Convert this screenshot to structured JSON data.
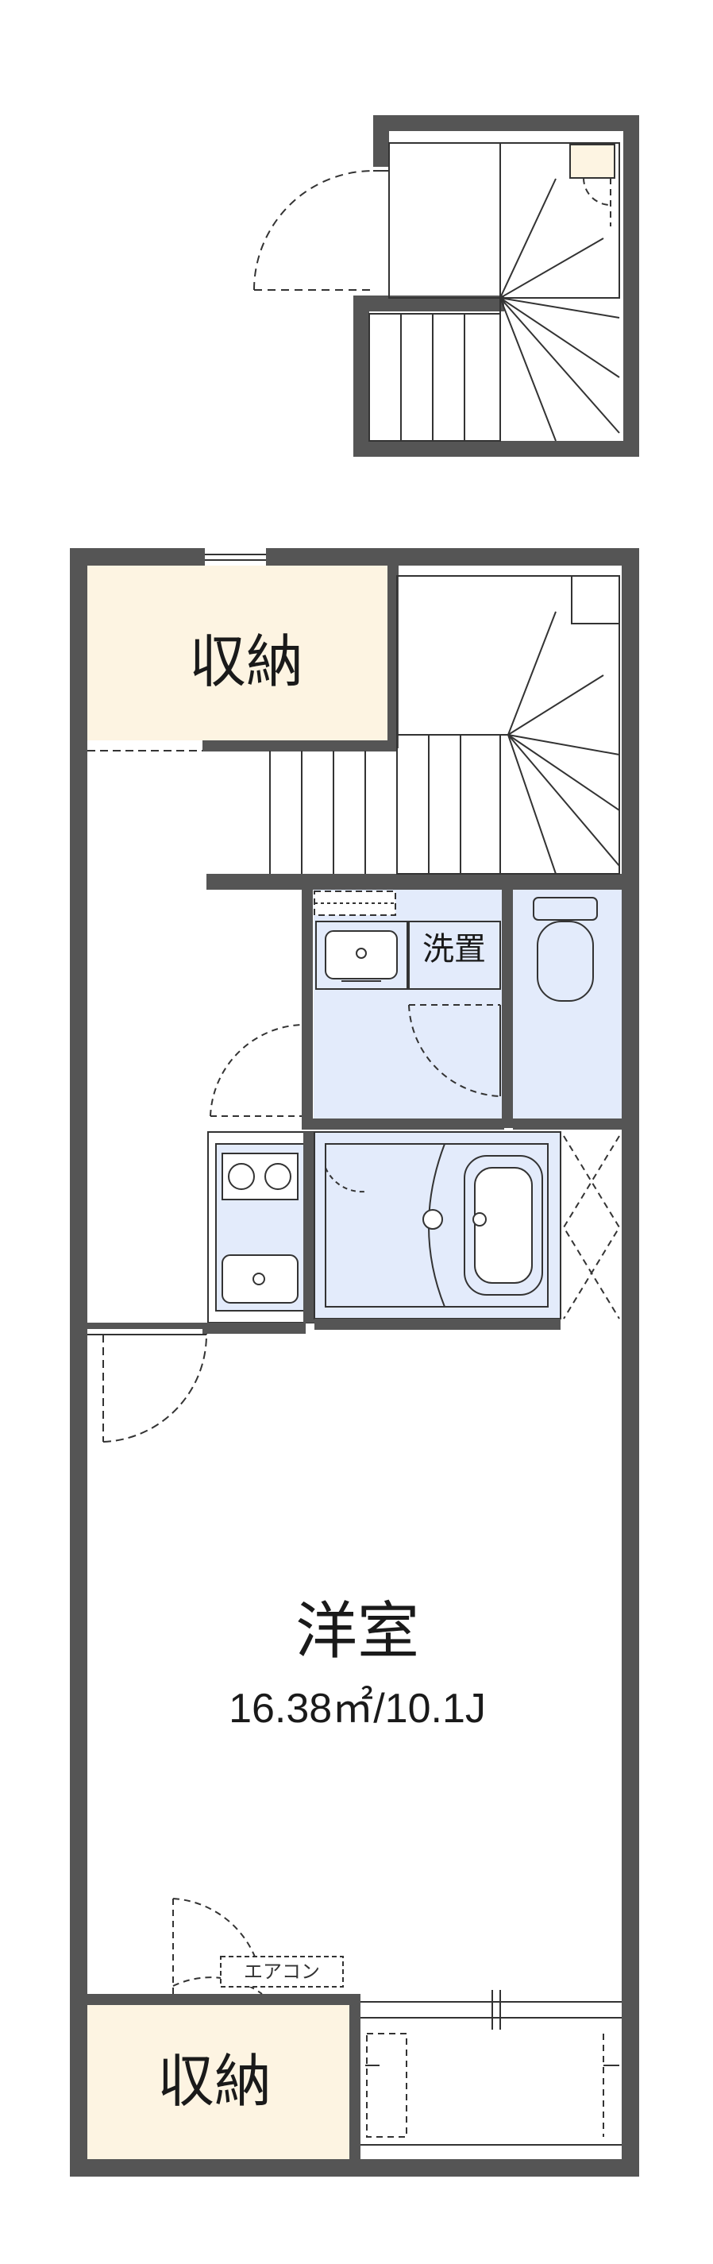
{
  "colors": {
    "wall": "#555555",
    "storage_fill": "#fdf4e2",
    "wet_fill": "#e3ebfb",
    "line": "#333333",
    "background": "#ffffff"
  },
  "rooms": {
    "upper_storage": {
      "label": "収納"
    },
    "lower_storage": {
      "label": "収納"
    },
    "western_room": {
      "label": "洋室",
      "area": "16.38㎡/10.1J"
    },
    "washer_space": {
      "label": "洗置"
    }
  },
  "fixtures": {
    "air_conditioner": {
      "label": "エアコン"
    }
  }
}
